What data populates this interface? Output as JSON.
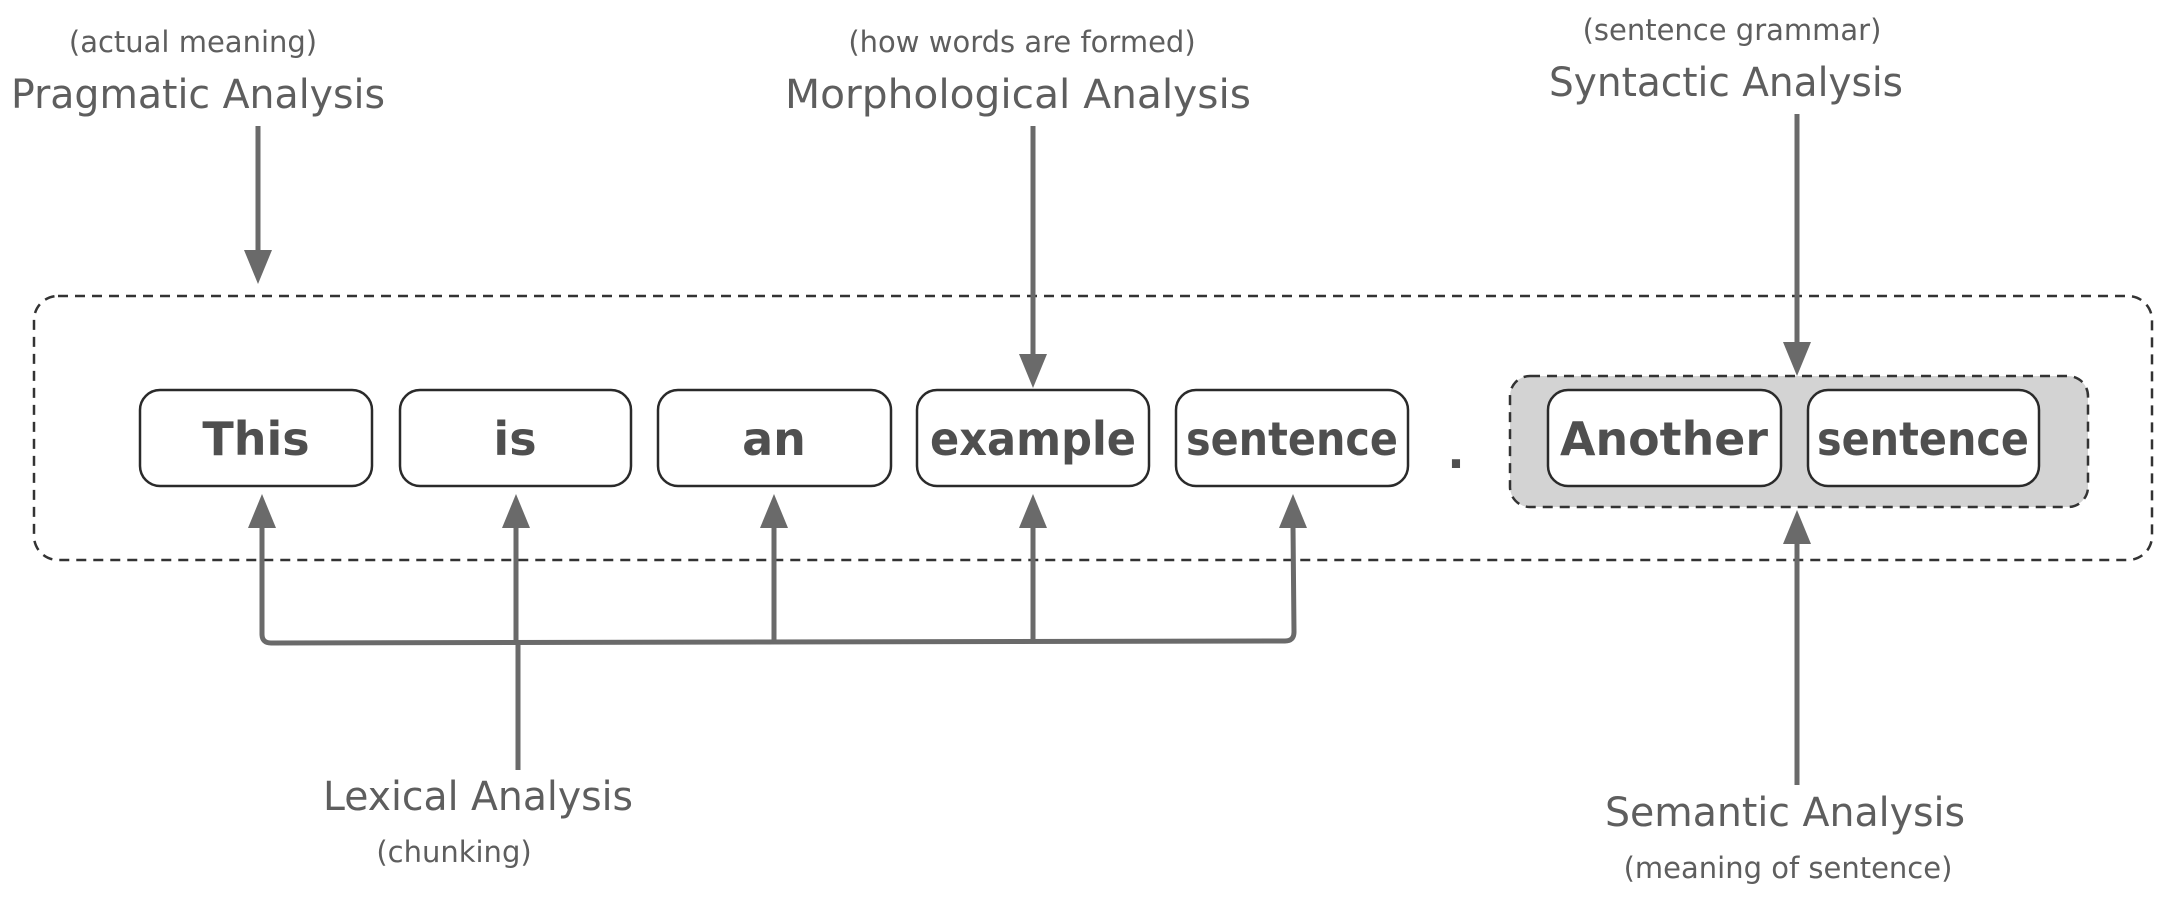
{
  "analyses": {
    "pragmatic": {
      "title": "Pragmatic Analysis",
      "subtitle": "(actual meaning)"
    },
    "morphological": {
      "title": "Morphological Analysis",
      "subtitle": "(how words are formed)"
    },
    "syntactic": {
      "title": "Syntactic Analysis",
      "subtitle": "(sentence grammar)"
    },
    "lexical": {
      "title": "Lexical Analysis",
      "subtitle": "(chunking)"
    },
    "semantic": {
      "title": "Semantic Analysis",
      "subtitle": "(meaning of sentence)"
    }
  },
  "sentence1": {
    "words": [
      "This",
      "is",
      "an",
      "example",
      "sentence"
    ],
    "terminator": "."
  },
  "sentence2": {
    "words": [
      "Another",
      "sentence"
    ]
  },
  "colors": {
    "arrow": "#6a6a6a",
    "group_fill": "#d3d3d3",
    "text": "#4f4f4f"
  }
}
